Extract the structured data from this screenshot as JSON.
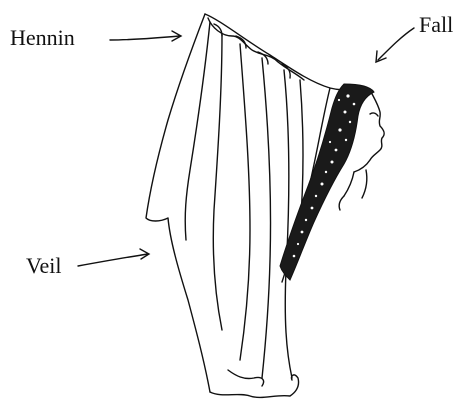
{
  "labels": {
    "hennin": "Hennin",
    "fall": "Fall",
    "veil": "Veil"
  },
  "colors": {
    "ink": "#111111",
    "fall_fill": "#1a1a1a",
    "background": "#ffffff"
  }
}
